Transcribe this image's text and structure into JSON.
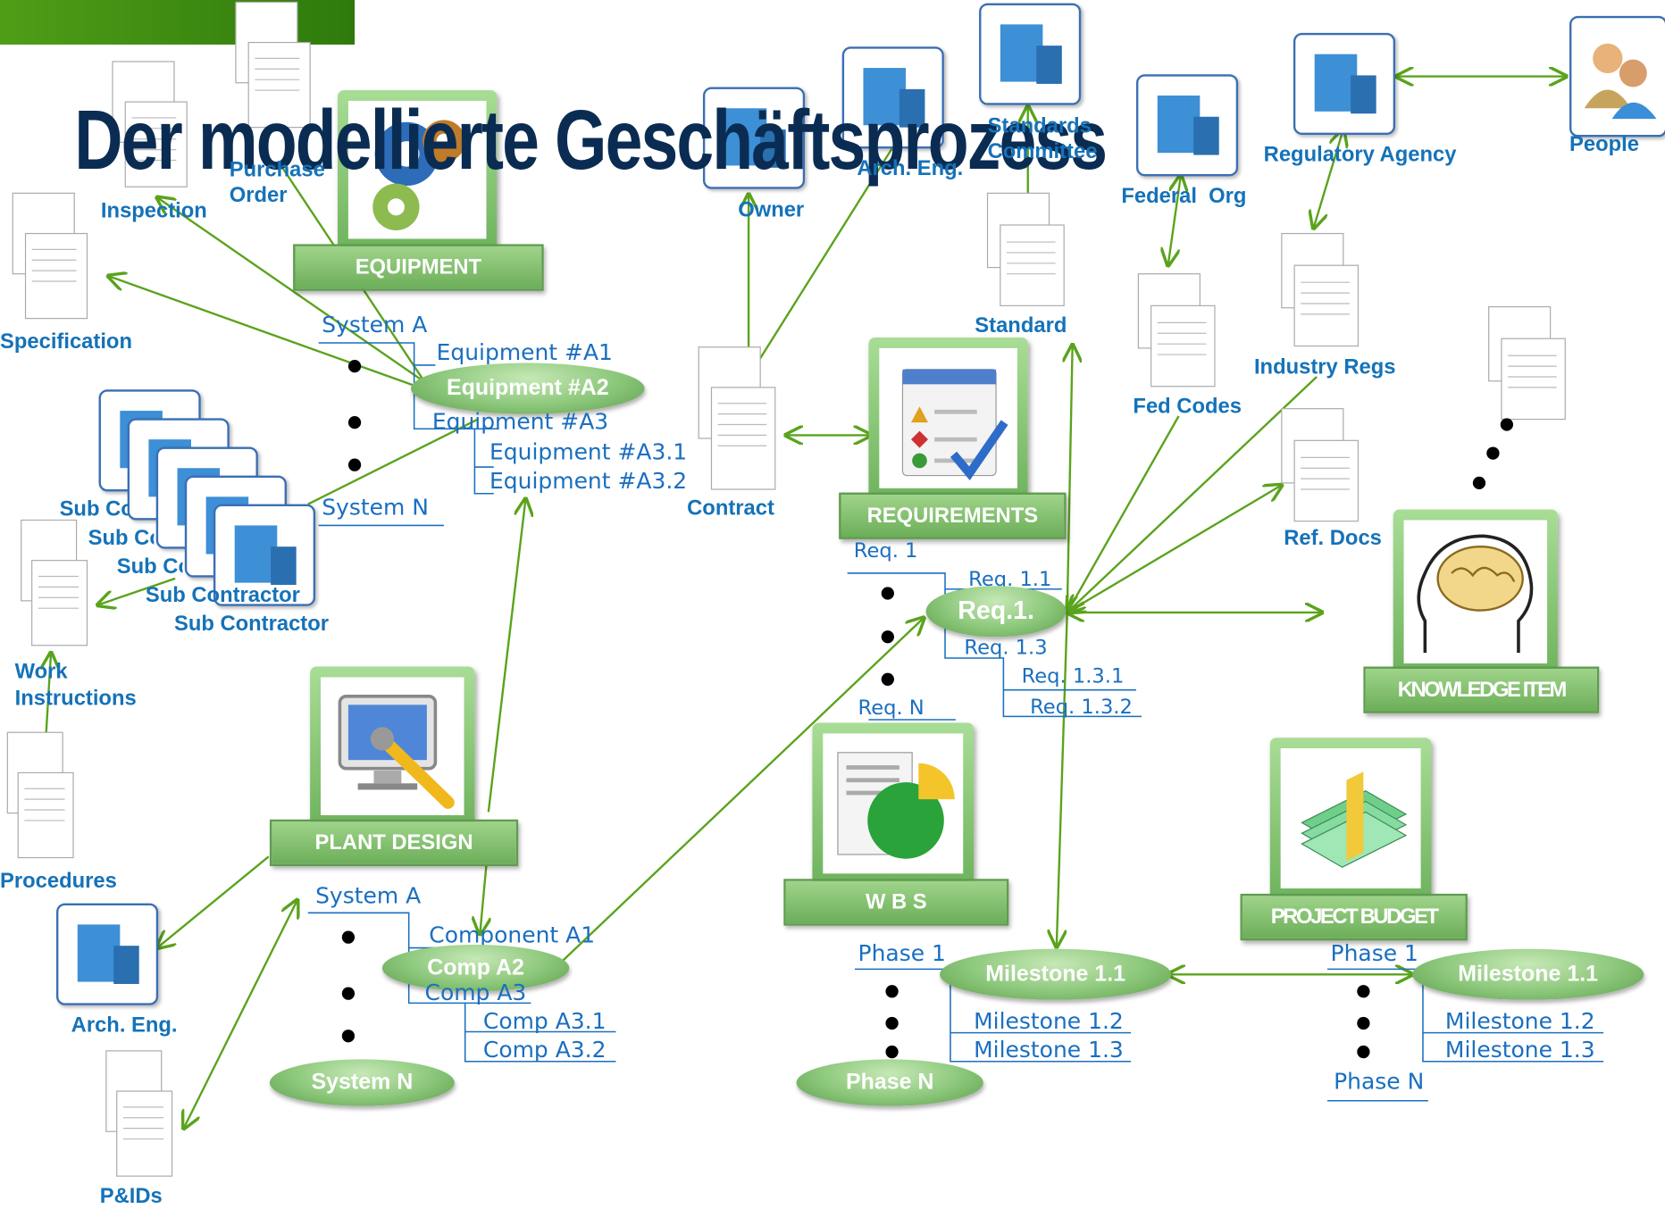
{
  "title": "Der modellierte Geschäftsprozess",
  "colors": {
    "link": "#5aa31c",
    "node_label": "#1572b8",
    "title": "#0b2c52",
    "panel": "#7bbd68"
  },
  "panels": {
    "equipment": "EQUIPMENT",
    "requirements": "REQUIREMENTS",
    "plant_design": "PLANT DESIGN",
    "wbs": "W B S",
    "project_budget": "PROJECT BUDGET",
    "knowledge_item": "KNOWLEDGE ITEM"
  },
  "documents": {
    "inspection": "Inspection",
    "purchase_order": "Purchase\nOrder",
    "specification": "Specification",
    "work_instructions": "Work\nInstructions",
    "procedures": "Procedures",
    "pids": "P&IDs",
    "contract": "Contract",
    "standard": "Standard",
    "fed_codes": "Fed Codes",
    "industry_regs": "Industry Regs",
    "ref_docs": "Ref. Docs"
  },
  "organizations": {
    "owner": "Owner",
    "arch_eng_top": "Arch. Eng.",
    "standards_committee": "Standards\nCommittee",
    "federal_org": "Federal  Org",
    "regulatory_agency": "Regulatory Agency",
    "people": "People",
    "arch_eng_bottom": "Arch. Eng.",
    "sub_contractor_1": "Sub Contractor",
    "sub_contractor_2": "Sub Contractor",
    "sub_contractor_3": "Sub Contractor",
    "sub_contractor_4": "Sub Contractor",
    "sub_contractor_5": "Sub Contractor"
  },
  "equipment_tree": {
    "system_a": "System  A",
    "eq_a1": "Equipment #A1",
    "eq_a2": "Equipment #A2",
    "eq_a3": "Equipment #A3",
    "eq_a31": "Equipment #A3.1",
    "eq_a32": "Equipment #A3.2",
    "system_n": "System  N"
  },
  "requirements_tree": {
    "req1": "Req. 1",
    "req11": "Req. 1.1",
    "req1_sel": "Req.1.",
    "req13": "Req. 1.3",
    "req131": "Req. 1.3.1",
    "req132": "Req. 1.3.2",
    "reqN": "Req. N"
  },
  "plant_tree": {
    "system_a": "System  A",
    "comp_a1": "Component  A1",
    "comp_a2": "Comp  A2",
    "comp_a3": "Comp  A3",
    "comp_a31": "Comp  A3.1",
    "comp_a32": "Comp  A3.2",
    "system_n": "System N"
  },
  "wbs_tree": {
    "phase1": "Phase 1",
    "milestone11": "Milestone 1.1",
    "milestone12": "Milestone 1.2",
    "milestone13": "Milestone 1.3",
    "phaseN": "Phase N"
  },
  "budget_tree": {
    "phase1": "Phase 1",
    "milestone11": "Milestone 1.1",
    "milestone12": "Milestone 1.2",
    "milestone13": "Milestone 1.3",
    "phaseN": "Phase N"
  }
}
